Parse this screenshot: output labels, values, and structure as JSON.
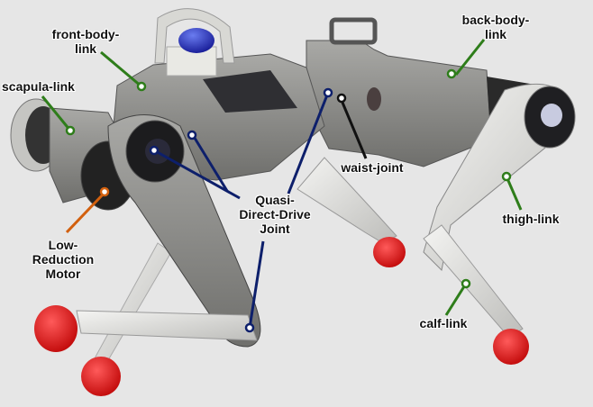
{
  "diagram": {
    "subject": "Quadruped robot",
    "background_color": "#e6e6e6",
    "colors": {
      "link_callout": "#2e7d1a",
      "joint_callout": "#0d1f6b",
      "motor_callout": "#d2600e",
      "waist_callout": "#111111",
      "foot": "#e01818",
      "body_metal": "#8a8a88",
      "leg_light": "#dcdcda"
    },
    "labels": {
      "front_body_link": "front-body-\nlink",
      "back_body_link": "back-body-\nlink",
      "scapula_link": "scapula-link",
      "low_reduction_motor": "Low-\nReduction\nMotor",
      "quasi_direct_drive_joint": "Quasi-\nDirect-Drive\nJoint",
      "waist_joint": "waist-joint",
      "thigh_link": "thigh-link",
      "calf_link": "calf-link"
    }
  }
}
